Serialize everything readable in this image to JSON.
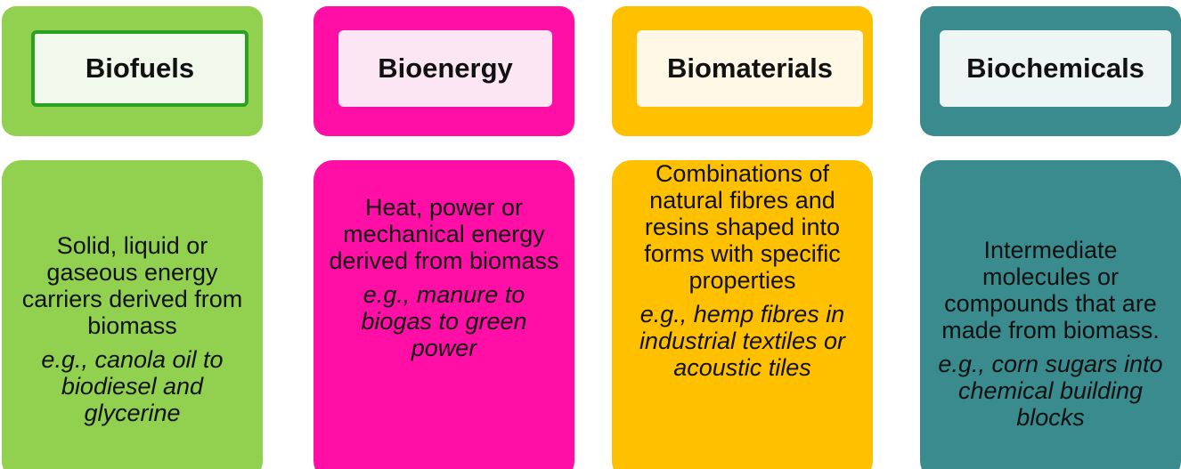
{
  "categories": [
    {
      "title": "Biofuels",
      "description": "Solid, liquid or gaseous energy carriers derived from biomass",
      "example": "e.g., canola oil to biodiesel and glycerine",
      "color": "#92d050"
    },
    {
      "title": "Bioenergy",
      "description": "Heat, power or mechanical energy derived from biomass",
      "example": "e.g., manure to biogas to green power",
      "color": "#ff0fa5"
    },
    {
      "title": "Biomaterials",
      "description": "Combinations of natural fibres and resins shaped into forms with specific properties",
      "example": "e.g., hemp fibres in industrial textiles or acoustic tiles",
      "color": "#ffc000"
    },
    {
      "title": "Biochemicals",
      "description": "Intermediate molecules or compounds that are made from biomass.",
      "example": "e.g., corn sugars into chemical building blocks",
      "color": "#3a8b8e"
    }
  ]
}
